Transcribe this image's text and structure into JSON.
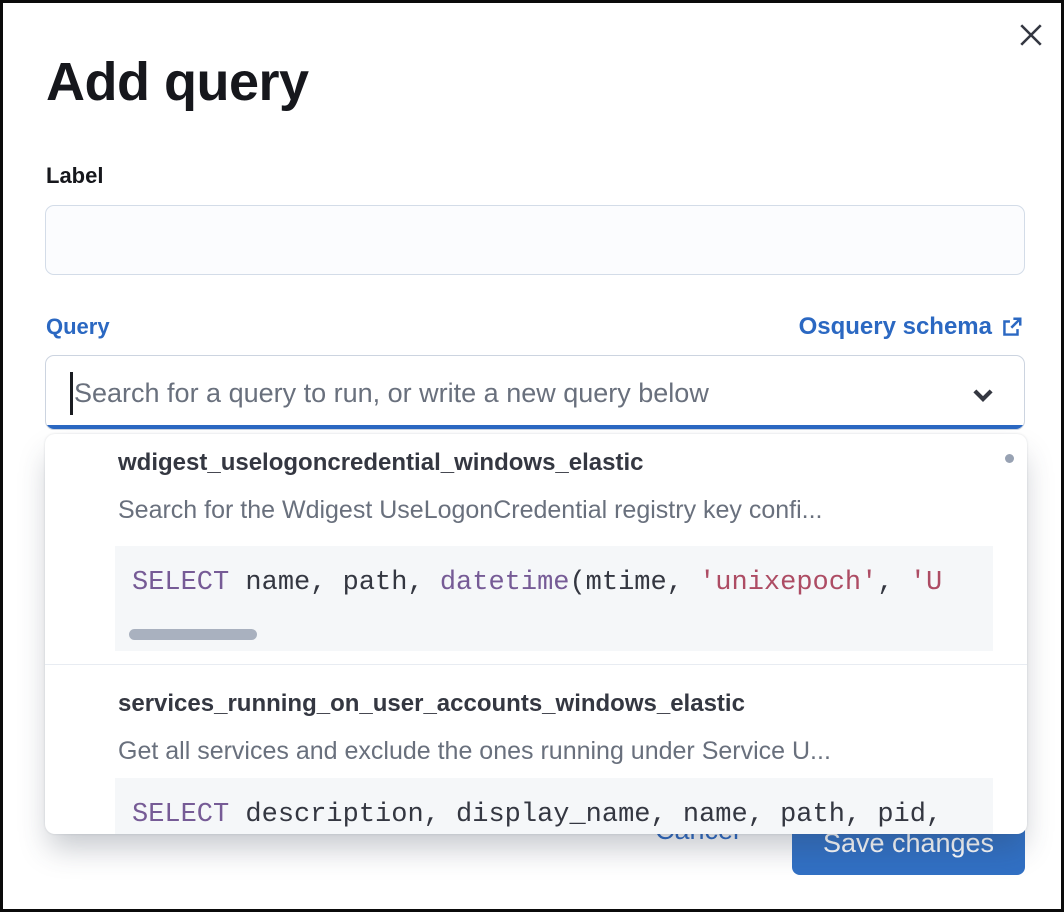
{
  "modal": {
    "title": "Add query"
  },
  "label_field": {
    "label": "Label",
    "value": "",
    "placeholder": ""
  },
  "query_field": {
    "label": "Query",
    "schema_link_label": "Osquery schema",
    "placeholder": "Search for a query to run, or write a new query below"
  },
  "dropdown": {
    "items": [
      {
        "name": "wdigest_uselogoncredential_windows_elastic",
        "description": "Search for the Wdigest UseLogonCredential registry key confi...",
        "code_tokens": [
          [
            "kw",
            "SELECT"
          ],
          [
            "plain",
            " name, path, "
          ],
          [
            "kw",
            "datetime"
          ],
          [
            "plain",
            "(mtime, "
          ],
          [
            "str",
            "'unixepoch'"
          ],
          [
            "plain",
            ", "
          ],
          [
            "str",
            "'U"
          ]
        ]
      },
      {
        "name": "services_running_on_user_accounts_windows_elastic",
        "description": "Get all services and exclude the ones running under Service U...",
        "code_tokens": [
          [
            "kw",
            "SELECT"
          ],
          [
            "plain",
            " description, display_name, name, path, pid,"
          ]
        ]
      }
    ]
  },
  "footer": {
    "cancel_label": "Cancel",
    "save_label": "Save changes"
  },
  "icons": {
    "close": "close-icon",
    "external_link": "external-link-icon",
    "chevron_down": "chevron-down-icon"
  },
  "colors": {
    "blue": "#2b68c2",
    "blue_btn": "#3170c4",
    "title_dark": "#16171c",
    "dark": "#343741",
    "gray": "#69707d",
    "code_bg": "#f5f7f9",
    "kw": "#765b96",
    "str": "#ad4c64",
    "divider": "#e8ecf2",
    "thumb": "#a9b1bf",
    "dot": "#98a2b3",
    "input_border": "#d3dce8",
    "input_bg": "#fbfcfe"
  }
}
